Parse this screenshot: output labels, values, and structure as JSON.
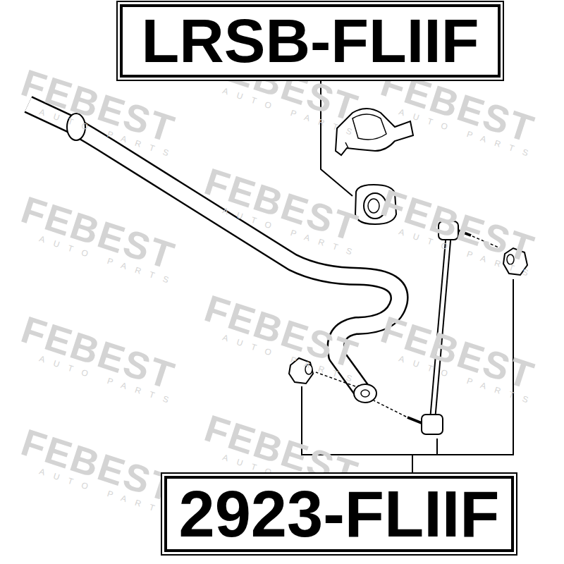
{
  "diagram": {
    "nodes": [
      {
        "text": [
          "LRSB-FLIIF"
        ]
      },
      {
        "text": [
          "2923-FLIIF"
        ]
      }
    ],
    "labels": [
      "FEBEST",
      "AUTO PARTS",
      "FEBEST",
      "AUTO PARTS",
      "FEBEST",
      "AUTO PARTS",
      "FEBEST",
      "AUTO PARTS",
      "FEBEST",
      "AUTO PARTS",
      "FEBEST",
      "AUTO PARTS",
      "FEBEST",
      "AUTO PARTS",
      "FEBEST",
      "AUTO PARTS",
      "FEBEST",
      "AUTO PARTS",
      "FEBEST",
      "AUTO PARTS",
      "FEBEST",
      "AUTO PARTS"
    ]
  }
}
